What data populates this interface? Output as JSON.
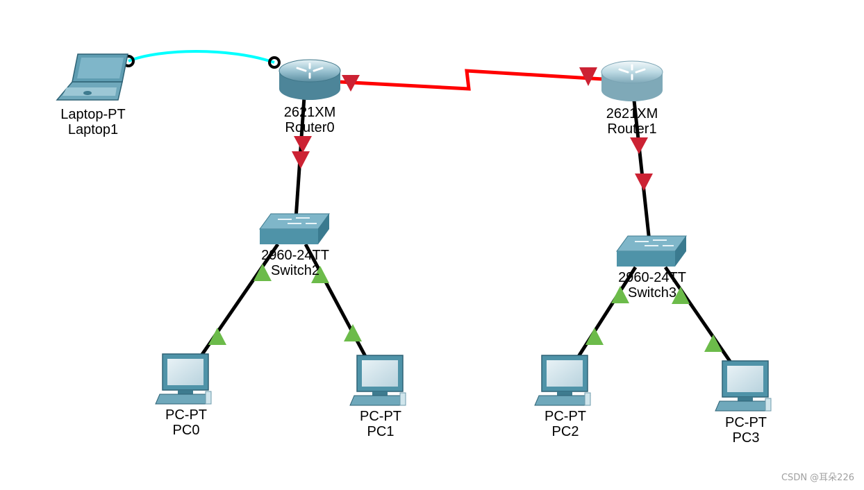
{
  "devices": {
    "laptop1": {
      "model": "Laptop-PT",
      "name": "Laptop1"
    },
    "router0": {
      "model": "2621XM",
      "name": "Router0"
    },
    "router1": {
      "model": "2621XM",
      "name": "Router1"
    },
    "switch2": {
      "model": "2960-24TT",
      "name": "Switch2"
    },
    "switch3": {
      "model": "2960-24TT",
      "name": "Switch3"
    },
    "pc0": {
      "model": "PC-PT",
      "name": "PC0"
    },
    "pc1": {
      "model": "PC-PT",
      "name": "PC1"
    },
    "pc2": {
      "model": "PC-PT",
      "name": "PC2"
    },
    "pc3": {
      "model": "PC-PT",
      "name": "PC3"
    }
  },
  "colors": {
    "console_cable": "#00ffff",
    "serial_cable": "#ff0000",
    "copper_cable": "#000000",
    "link_down": "#cc2233",
    "link_up": "#6cbb4a",
    "device_teal": "#4f93a8"
  },
  "watermark": "CSDN @耳朵226"
}
